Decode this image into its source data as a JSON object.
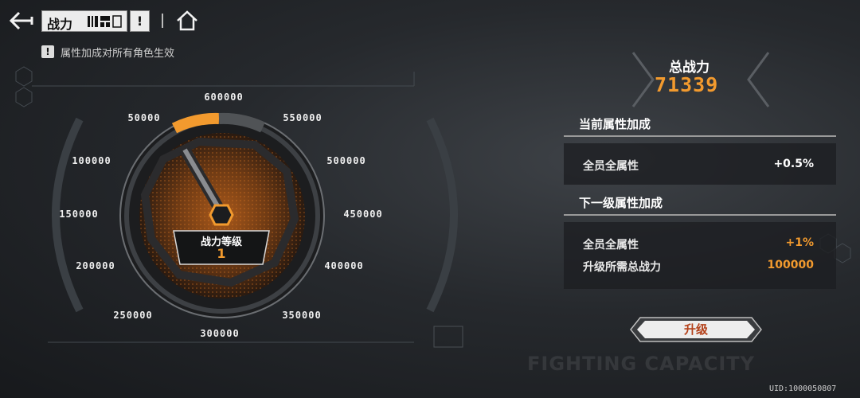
{
  "nav": {
    "title": "战力",
    "info_icon": "!"
  },
  "note": {
    "icon": "!",
    "text": "属性加成对所有角色生效"
  },
  "gauge": {
    "ticks": [
      "600000",
      "550000",
      "500000",
      "450000",
      "400000",
      "350000",
      "300000",
      "250000",
      "200000",
      "150000",
      "100000",
      "50000"
    ],
    "level_label": "战力等级",
    "level_value": "1",
    "accent": "#f29a2e"
  },
  "total": {
    "label": "总战力",
    "value": "71339"
  },
  "current": {
    "title": "当前属性加成",
    "row_label": "全员全属性",
    "row_value": "+0.5%"
  },
  "next": {
    "title": "下一级属性加成",
    "row1_label": "全员全属性",
    "row1_value": "+1%",
    "row2_label": "升级所需总战力",
    "row2_value": "100000"
  },
  "upgrade_label": "升级",
  "watermark": "FIGHTING CAPACITY",
  "uid": "UID:1000050807"
}
